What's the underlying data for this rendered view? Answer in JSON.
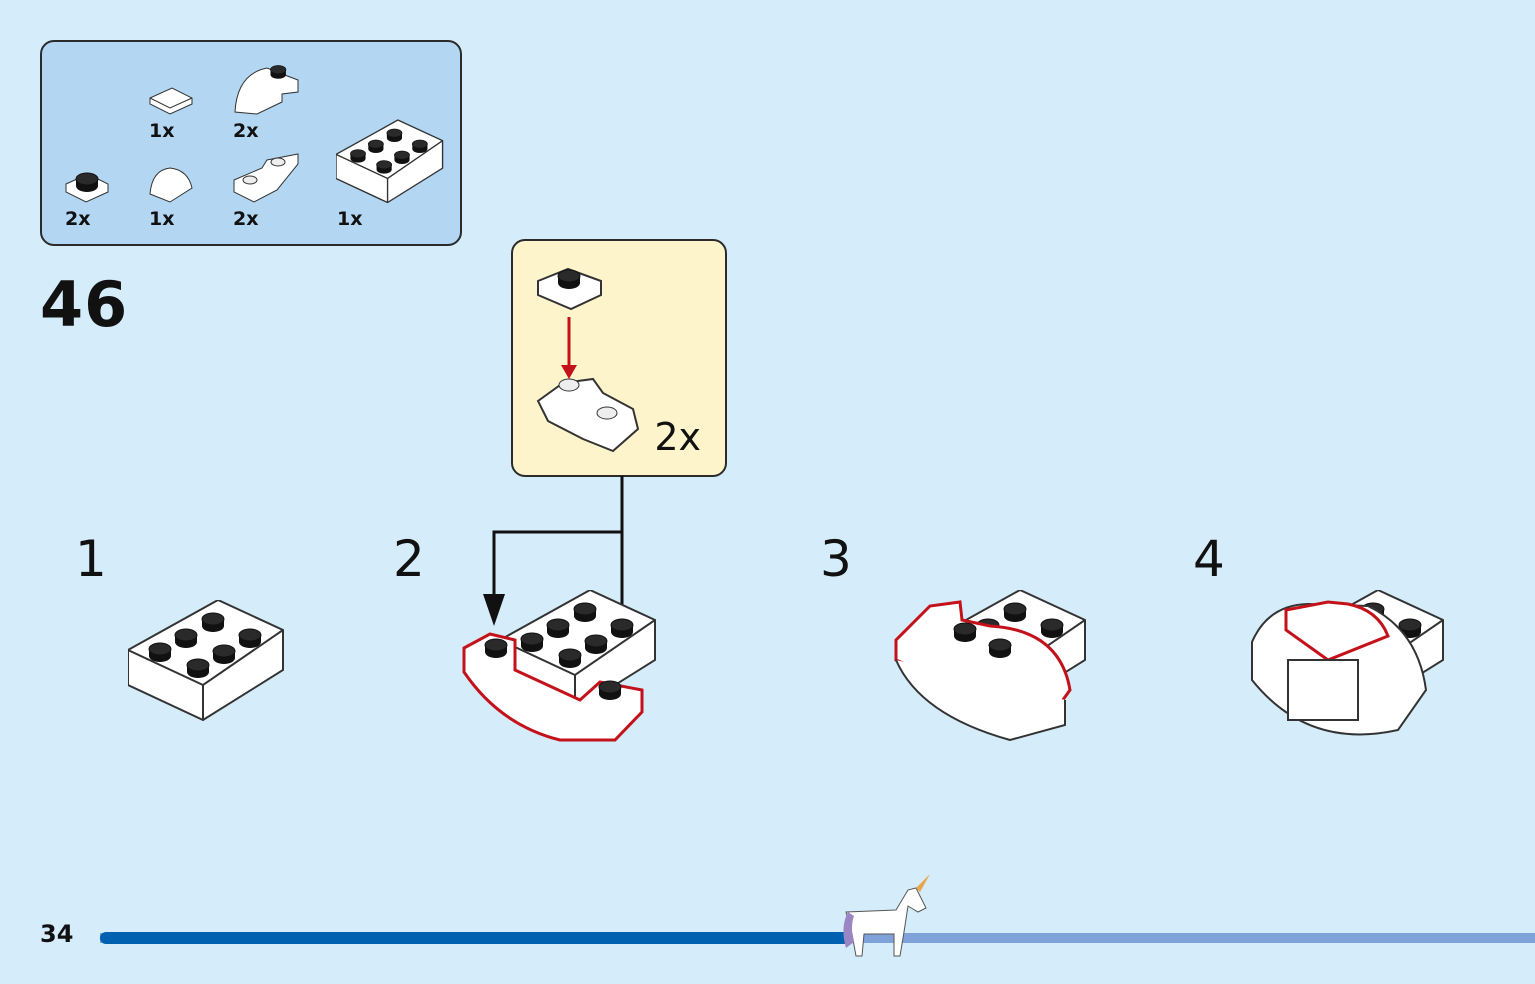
{
  "parts_list": {
    "items": [
      {
        "part": "tile-1x1",
        "qty": "1x"
      },
      {
        "part": "curved-slope-2x1",
        "qty": "2x"
      },
      {
        "part": "plate-1x1",
        "qty": "2x"
      },
      {
        "part": "curved-slope-1x1",
        "qty": "1x"
      },
      {
        "part": "inverted-slope-plate",
        "qty": "2x"
      },
      {
        "part": "brick-2x3",
        "qty": "1x"
      }
    ]
  },
  "step": {
    "number": "46"
  },
  "sub_assembly": {
    "qty": "2x"
  },
  "sub_steps": [
    {
      "number": "1"
    },
    {
      "number": "2"
    },
    {
      "number": "3"
    },
    {
      "number": "4"
    }
  ],
  "footer": {
    "page_number": "34",
    "progress": 0.52
  },
  "colors": {
    "background": "#d5ecfa",
    "highlight": "#c4121a",
    "progress_fill": "#0061b0",
    "progress_track": "#7fa3d9"
  }
}
